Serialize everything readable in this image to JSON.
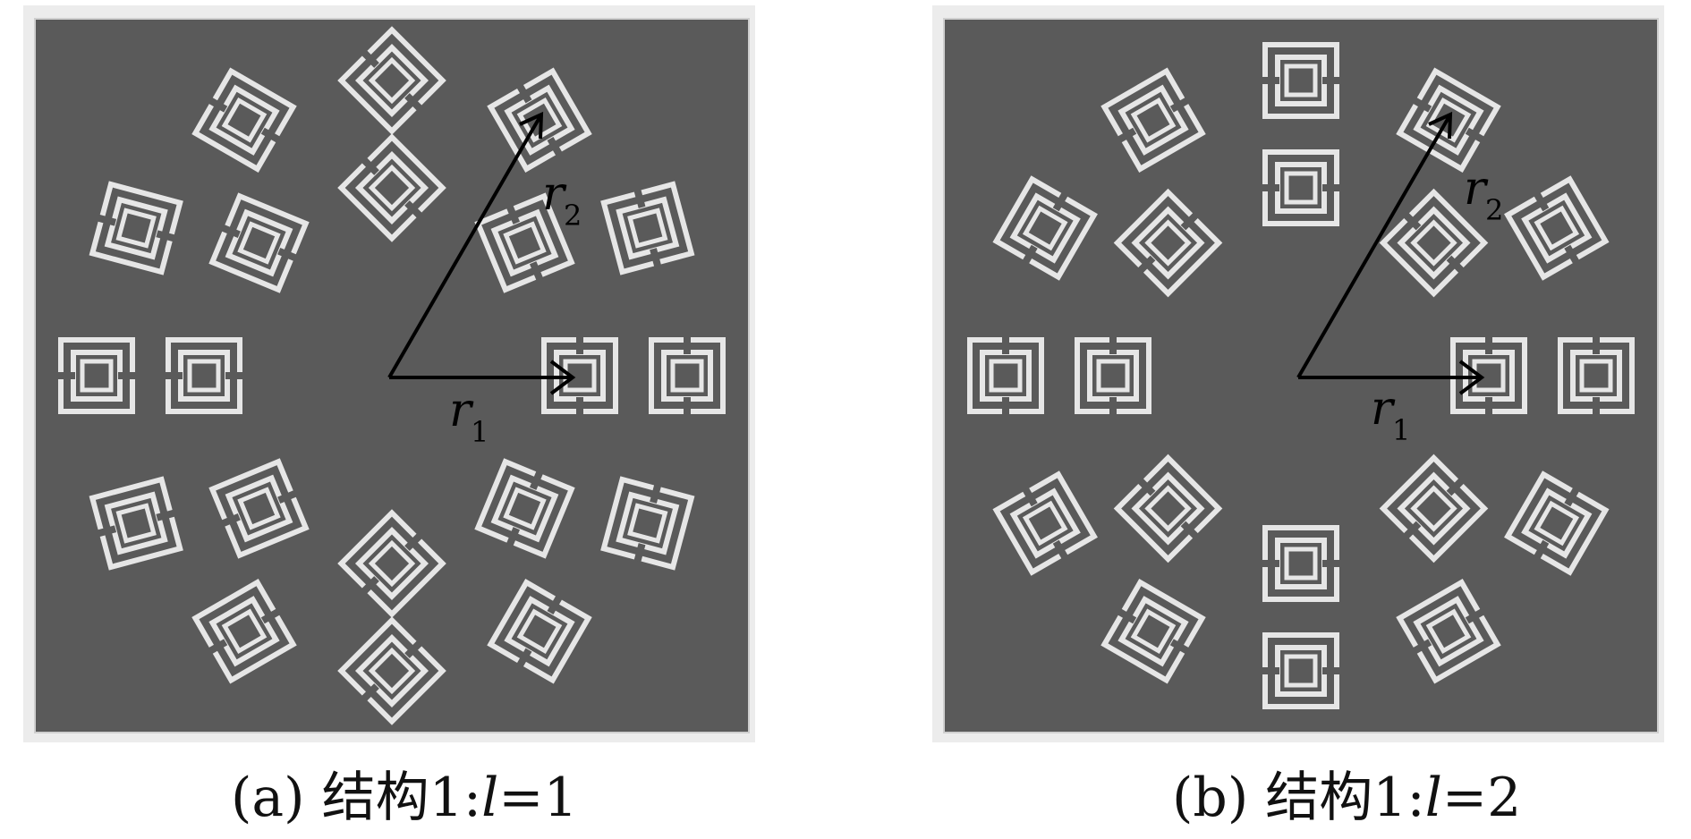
{
  "panels": [
    {
      "caption": "(a) 结构1:",
      "var": "l",
      "eq": "=1",
      "r1_label": "r",
      "r1_sub": "1",
      "r2_label": "r",
      "r2_sub": "2"
    },
    {
      "caption": "(b) 结构1:",
      "var": "l",
      "eq": "=2",
      "r1_label": "r",
      "r1_sub": "1",
      "r2_label": "r",
      "r2_sub": "2"
    }
  ],
  "colors": {
    "substrate": "#5a5a5a",
    "ring": "#e6e6e6",
    "arrow": "#000000"
  }
}
